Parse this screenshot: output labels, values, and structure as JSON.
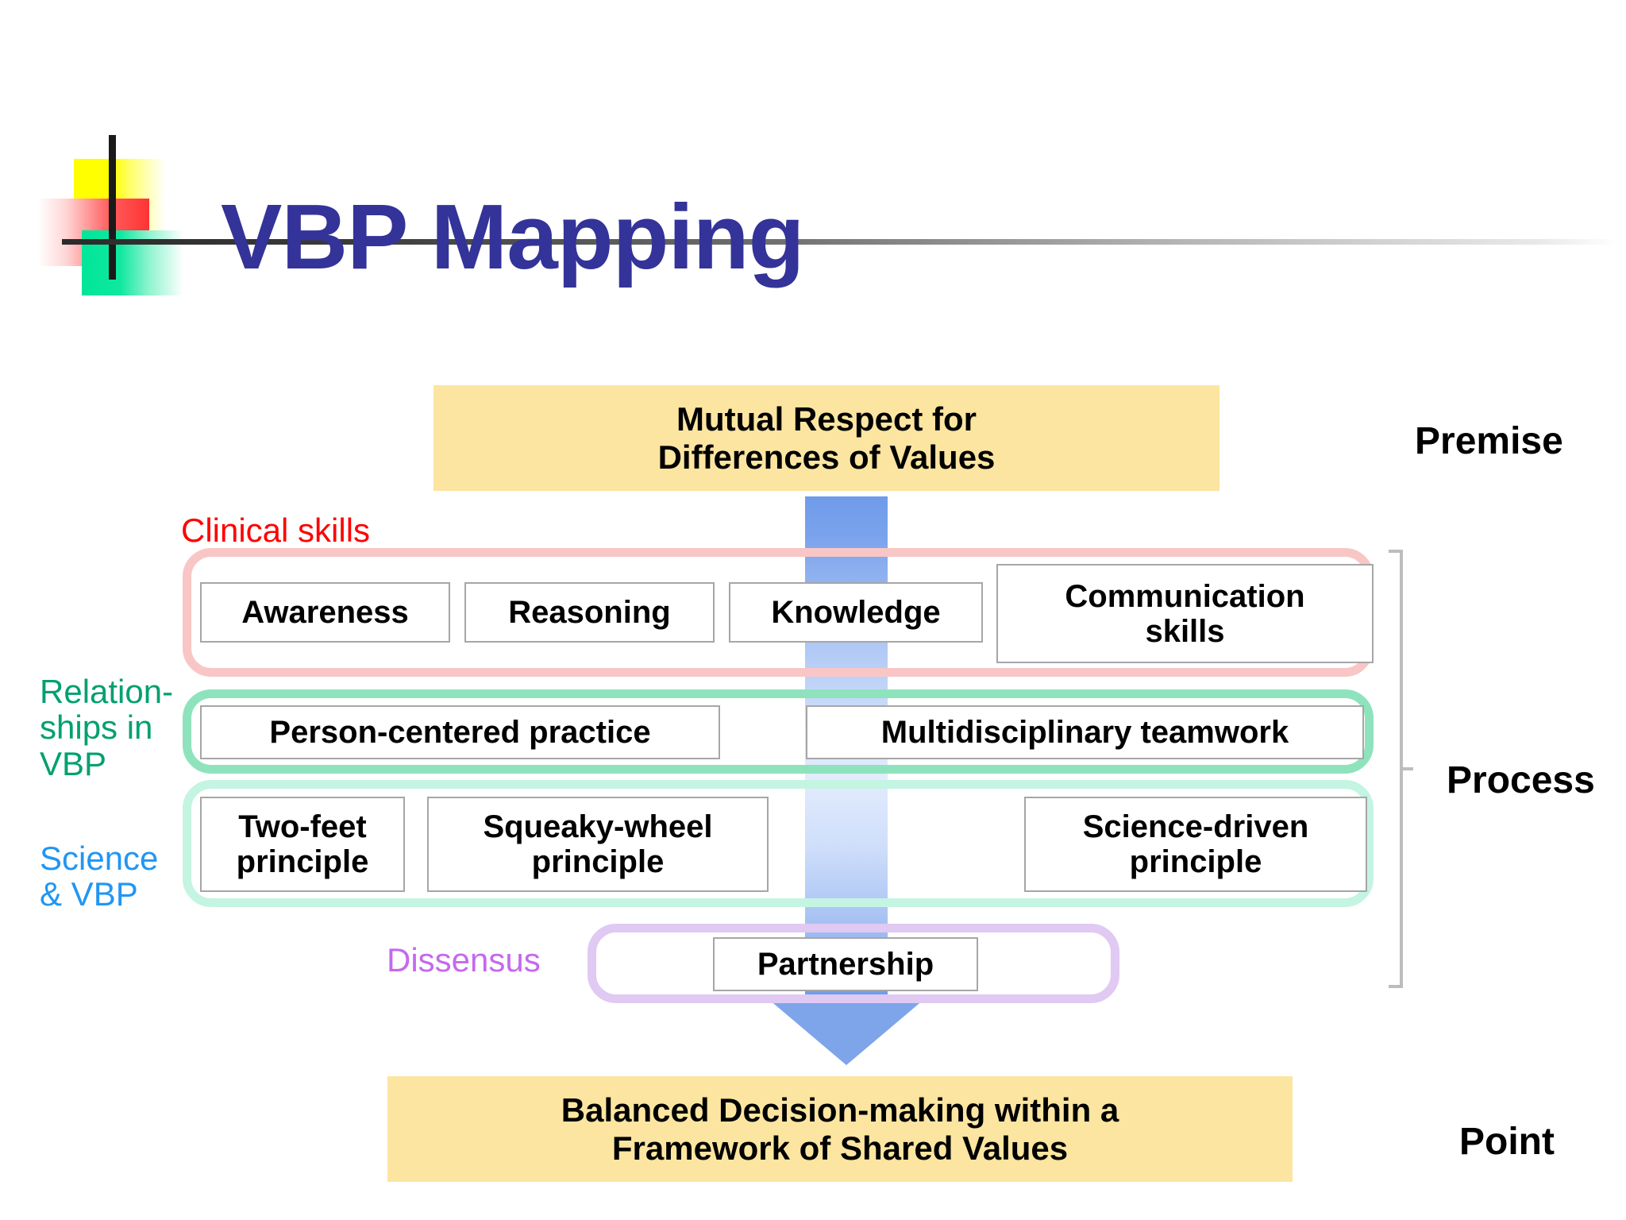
{
  "title": "VBP Mapping",
  "logo": {
    "squares": [
      "yellow-square",
      "red-square",
      "green-square"
    ],
    "colors": {
      "yellow": "#ffff00",
      "red": "#ff3333",
      "green": "#00e699",
      "cross": "#1a1a1a"
    }
  },
  "theme": {
    "title_color": "#333399",
    "banner_yellow": "#fbe5a0",
    "arrow_blue": "#7ea5ea",
    "clinical_pink": "#f9c6c6",
    "relation_green": "#8ee3bd",
    "science_mint": "#c4f4e2",
    "dissensus_purple": "#e0c9f2",
    "bracket_gray": "#bdbdbd"
  },
  "banners": {
    "top": "Mutual Respect for\nDifferences of Values",
    "top_line1": "Mutual Respect for",
    "top_line2": "Differences of Values",
    "bottom_line1": "Balanced Decision-making within a",
    "bottom_line2": "Framework of Shared Values"
  },
  "groups": [
    {
      "id": "clinical",
      "label": "Clinical skills",
      "label_color": "#ff0000",
      "items": [
        "Awareness",
        "Reasoning",
        "Knowledge",
        "Communication\nskills"
      ],
      "item_communication_line1": "Communication",
      "item_communication_line2": "skills"
    },
    {
      "id": "relationships",
      "label_line1": "Relation-",
      "label_line2": "ships in",
      "label_line3": "VBP",
      "label_color": "#00a070",
      "items": [
        "Person-centered practice",
        "Multidisciplinary teamwork"
      ]
    },
    {
      "id": "science",
      "label_line1": "Science",
      "label_line2": "& VBP",
      "label_color": "#2196f3",
      "items": [
        "Two-feet\nprinciple",
        "Squeaky-wheel\nprinciple",
        "Science-driven\nprinciple"
      ],
      "item_twofeet_line1": "Two-feet",
      "item_twofeet_line2": "principle",
      "item_squeaky_line1": "Squeaky-wheel",
      "item_squeaky_line2": "principle",
      "item_sciencedriven_line1": "Science-driven",
      "item_sciencedriven_line2": "principle"
    },
    {
      "id": "dissensus",
      "label": "Dissensus",
      "label_color": "#c469ef",
      "items": [
        "Partnership"
      ]
    }
  ],
  "right_labels": {
    "premise": "Premise",
    "process": "Process",
    "point": "Point"
  },
  "arrow": {
    "name": "down-arrow",
    "direction": "down",
    "from": "Mutual Respect for Differences of Values",
    "to": "Balanced Decision-making within a Framework of Shared Values"
  }
}
